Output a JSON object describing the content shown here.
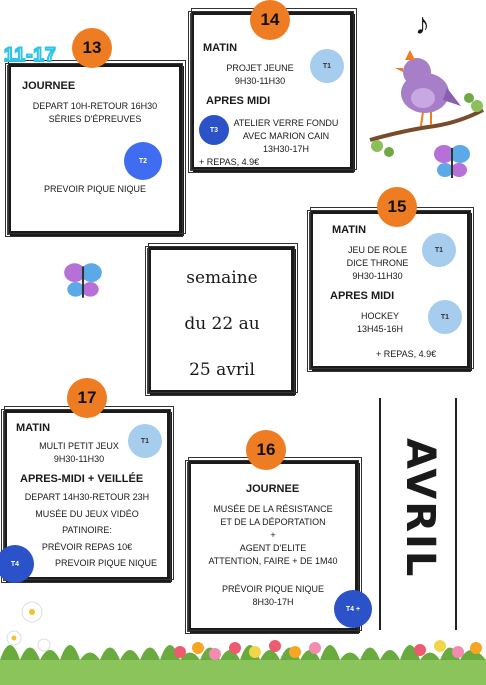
{
  "badge_age": "11-17",
  "day13": {
    "num": "13",
    "journee": "JOURNEE",
    "line1": "DEPART 10H-RETOUR 16H30",
    "line2": "SÉRIES D'ÉPREUVES",
    "tag": "T2",
    "note": "PREVOIR PIQUE NIQUE"
  },
  "day14": {
    "num": "14",
    "matin": "MATIN",
    "projet": "PROJET JEUNE",
    "projet_time": "9H30-11H30",
    "tag1": "T1",
    "apm": "APRES MIDI",
    "tag2": "T3",
    "act1": "ATELIER VERRE FONDU",
    "act2": "AVEC MARION CAIN",
    "act_time": "13H30-17H",
    "repas": "+ REPAS, 4.9€"
  },
  "day15": {
    "num": "15",
    "matin": "MATIN",
    "a1": "JEU DE ROLE",
    "a2": "DICE THRONE",
    "a_time": "9H30-11H30",
    "tag1": "T1",
    "apm": "APRES MIDI",
    "b1": "HOCKEY",
    "b_time": "13H45-16H",
    "tag2": "T1",
    "repas": "+ REPAS, 4.9€"
  },
  "week": {
    "l1": "semaine",
    "l2": "du 22 au",
    "l3": "25 avril"
  },
  "day17": {
    "num": "17",
    "matin": "MATIN",
    "a1": "MULTI PETIT JEUX",
    "a_time": "9H30-11H30",
    "tag1": "T1",
    "apm": "APRES-MIDI + VEILLÉE",
    "b1": "DEPART 14H30-RETOUR 23H",
    "b2": "MUSÉE DU JEUX VIDÉO",
    "b3": "PATINOIRE:",
    "b4": "PRÉVOIR REPAS  10€",
    "b5": "PREVOIR PIQUE NIQUE",
    "tag2": "T4"
  },
  "day16": {
    "num": "16",
    "journee": "JOURNEE",
    "l1": "MUSÉE DE LA RÉSISTANCE",
    "l2": "ET DE LA DÉPORTATION",
    "l3": "+",
    "l4": "AGENT D'ELITE",
    "l5": "ATTENTION, FAIRE + DE 1M40",
    "note": "PRÉVOIR PIQUE NIQUE",
    "time": "8H30-17H",
    "tag": "T4 +"
  },
  "month": "AVRIL",
  "music_note": "♪",
  "colors": {
    "orange": "#ee7c22",
    "light_blue": "#a6ccee",
    "dark_blue": "#2b52c9",
    "cyan": "#2ec4e8"
  }
}
